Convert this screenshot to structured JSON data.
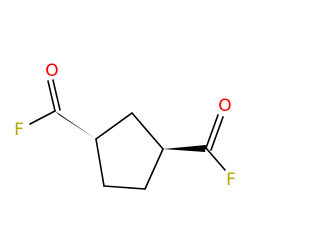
{
  "molecule": {
    "colors": {
      "bond": "#000000",
      "oxygen": "#ff0000",
      "fluorine": "#b5a800"
    },
    "atoms": {
      "o_left": "O",
      "f_left": "F",
      "o_right": "O",
      "f_right": "F"
    }
  }
}
